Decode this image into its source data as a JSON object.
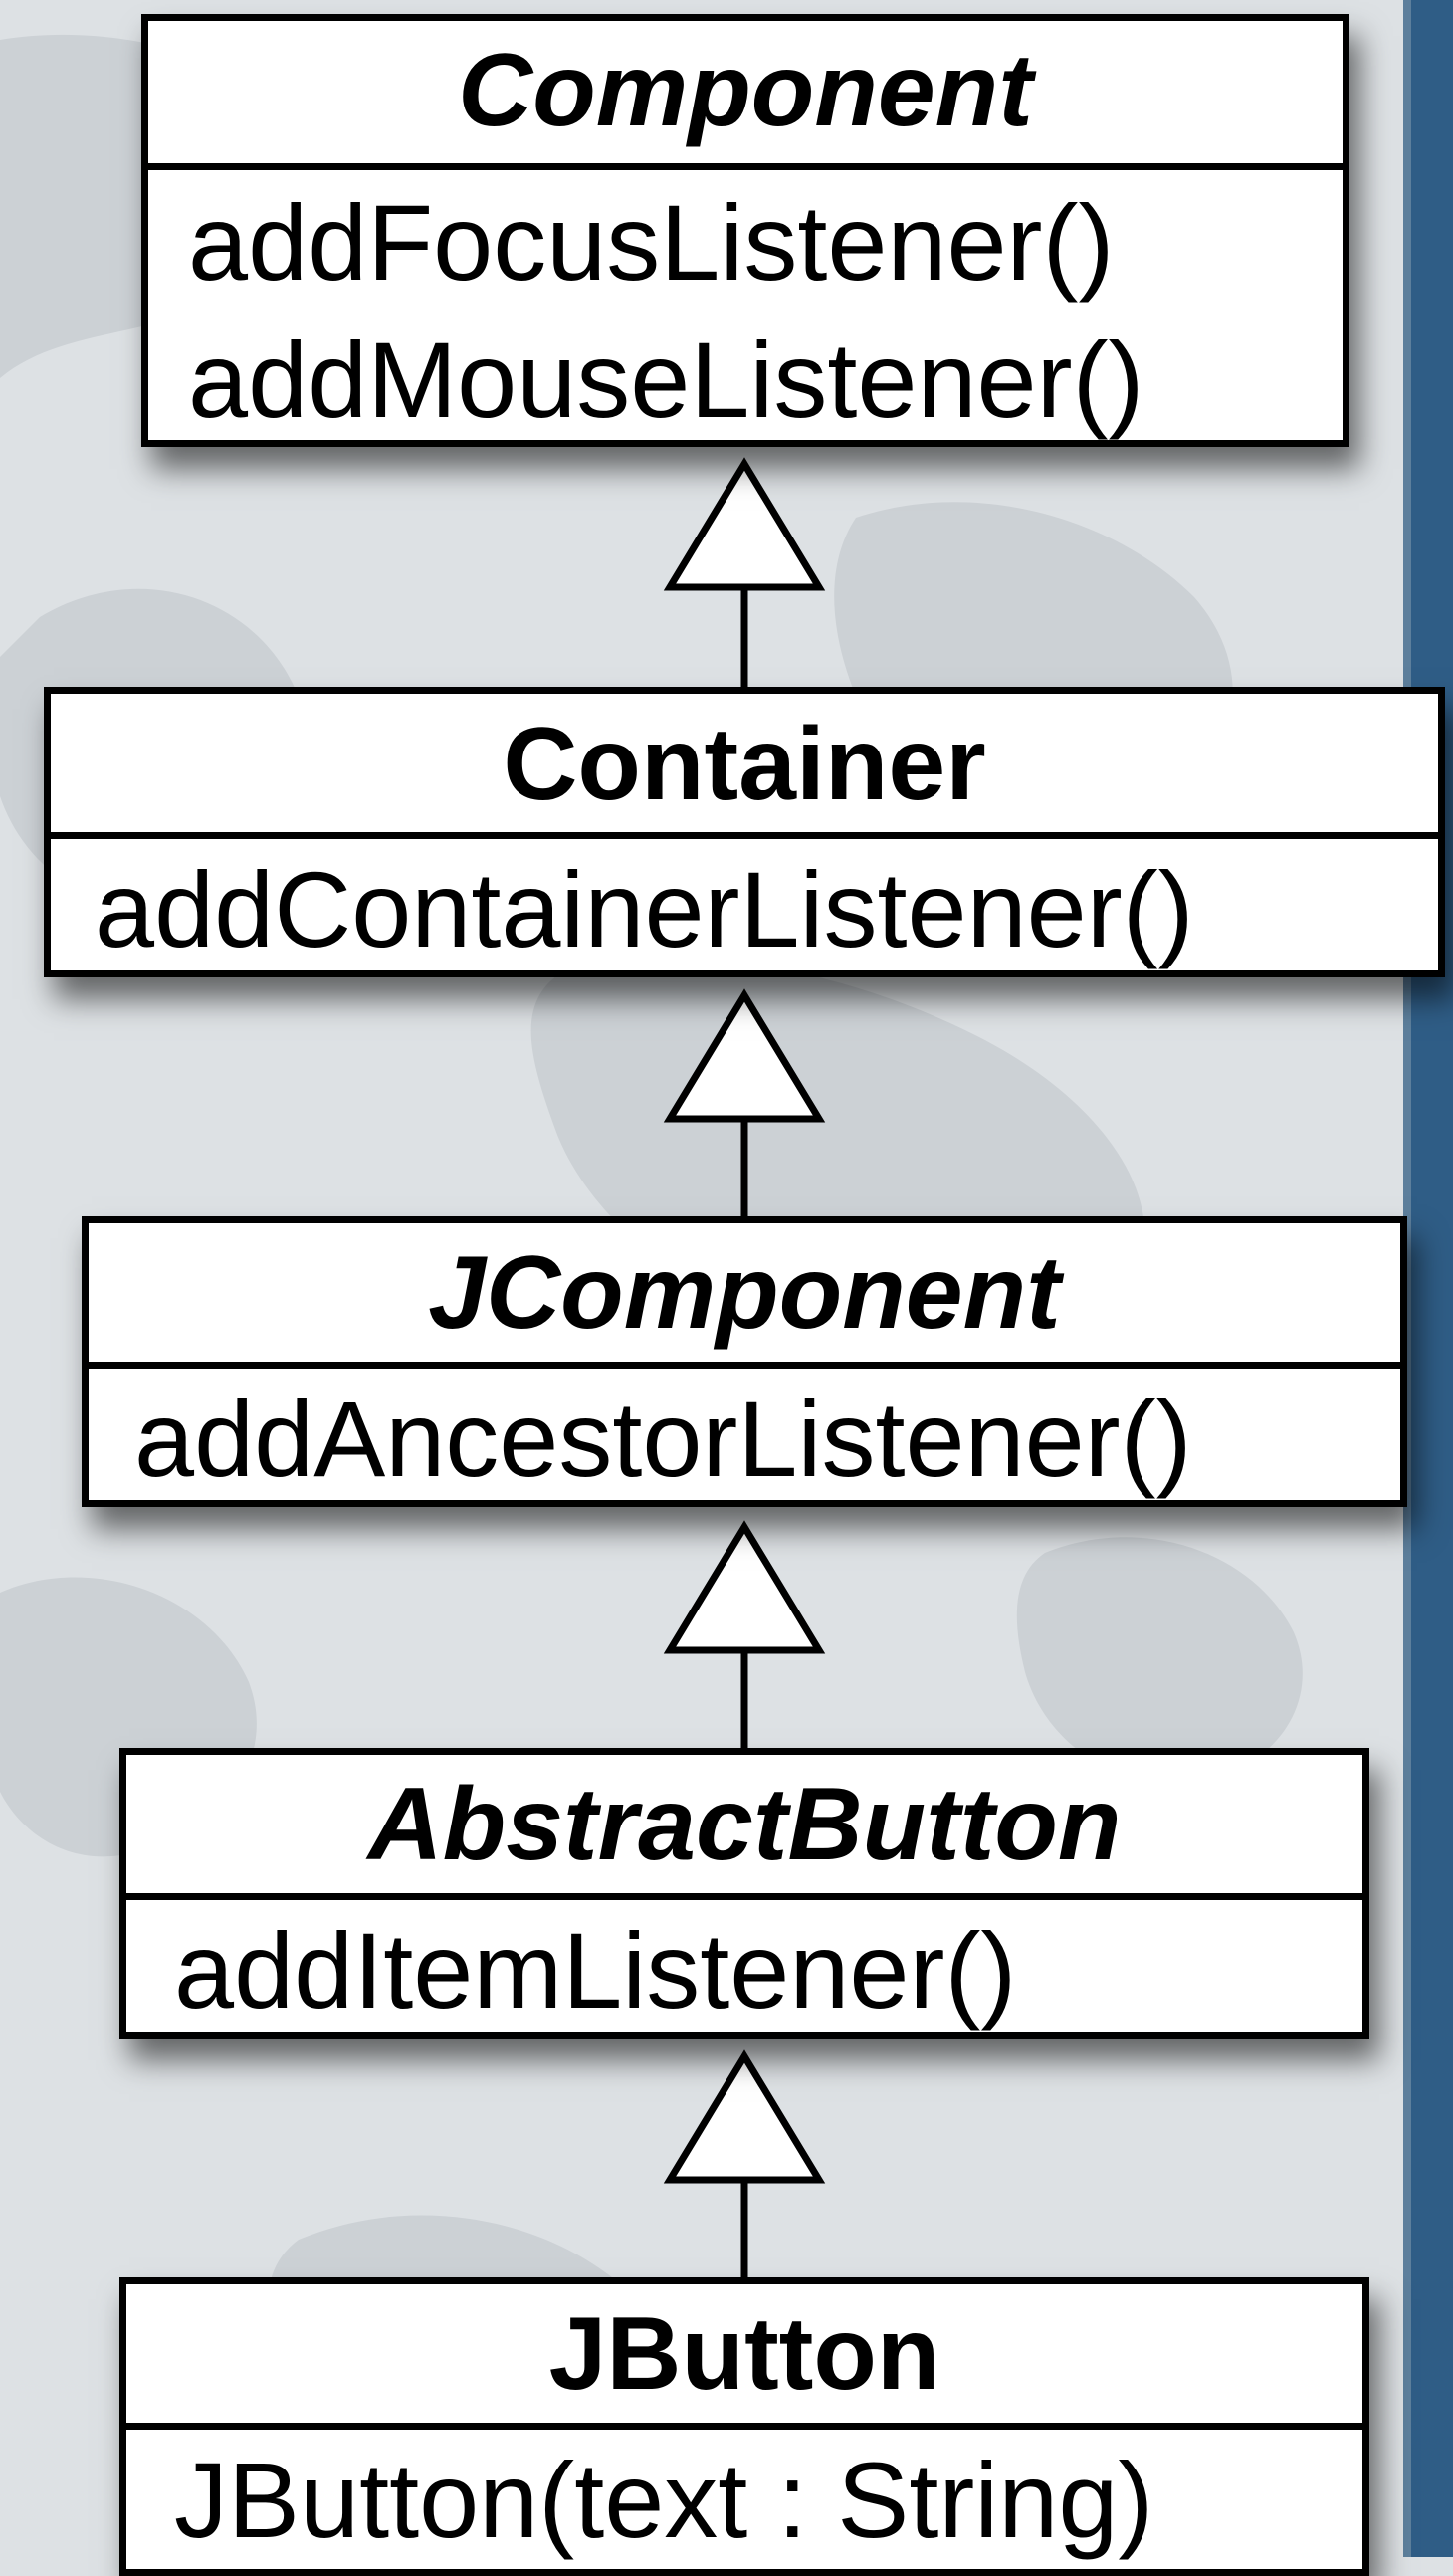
{
  "colors": {
    "background": "#dde1e4",
    "map_land": "#c9ced2",
    "right_edge": "#2f5d86",
    "box_fill": "#ffffff",
    "stroke": "#000000"
  },
  "classes": [
    {
      "name": "Component",
      "abstract": true,
      "operations": [
        "addFocusListener()",
        "addMouseListener()"
      ]
    },
    {
      "name": "Container",
      "abstract": false,
      "operations": [
        "addContainerListener()"
      ]
    },
    {
      "name": "JComponent",
      "abstract": true,
      "operations": [
        "addAncestorListener()"
      ]
    },
    {
      "name": "AbstractButton",
      "abstract": true,
      "operations": [
        "addItemListener()"
      ]
    },
    {
      "name": "JButton",
      "abstract": false,
      "operations": [
        "JButton(text : String)"
      ]
    }
  ],
  "relationships": [
    {
      "type": "generalization",
      "from": "Container",
      "to": "Component"
    },
    {
      "type": "generalization",
      "from": "JComponent",
      "to": "Container"
    },
    {
      "type": "generalization",
      "from": "AbstractButton",
      "to": "JComponent"
    },
    {
      "type": "generalization",
      "from": "JButton",
      "to": "AbstractButton"
    }
  ]
}
